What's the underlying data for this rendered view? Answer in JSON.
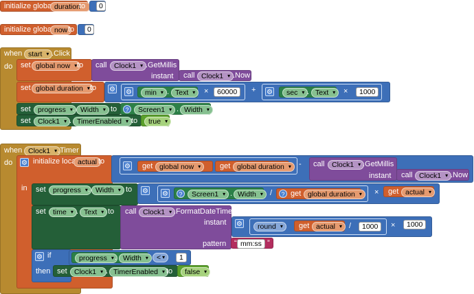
{
  "globals": [
    {
      "keyword": "initialize global",
      "name": "duration",
      "to": "to",
      "value": "0"
    },
    {
      "keyword": "initialize global",
      "name": "now",
      "to": "to",
      "value": "0"
    }
  ],
  "start_event": {
    "when": "when",
    "component": "start",
    "event": ".Click",
    "do": "do",
    "set1": {
      "set": "set",
      "var": "global now",
      "to": "to",
      "call": "call",
      "component": "Clock1",
      "method": ".GetMillis",
      "instant": "instant",
      "call2": "call",
      "component2": "Clock1",
      "method2": ".Now"
    },
    "set2": {
      "set": "set",
      "var": "global duration",
      "to": "to",
      "min_comp": "min",
      "min_prop": "Text",
      "times1": "×",
      "n60000": "60000",
      "plus": "+",
      "sec_comp": "sec",
      "sec_prop": "Text",
      "times2": "×",
      "n1000": "1000"
    },
    "set3": {
      "set": "set",
      "comp": "progress",
      "prop": "Width",
      "to": "to",
      "screen": "Screen1",
      "screen_prop": "Width"
    },
    "set4": {
      "set": "set",
      "comp": "Clock1",
      "prop": "TimerEnabled",
      "to": "to",
      "value": "true"
    }
  },
  "timer_event": {
    "when": "when",
    "component": "Clock1",
    "event": ".Timer",
    "do": "do",
    "init_local": "initialize local",
    "local_name": "actual",
    "to": "to",
    "get": "get",
    "gvar1": "global now",
    "plus": "+",
    "gvar2": "global duration",
    "minus": "-",
    "call": "call",
    "clock": "Clock1",
    "getmillis": ".GetMillis",
    "instant": "instant",
    "call2": "call",
    "clock2": "Clock1",
    "now": ".Now",
    "in": "in",
    "setA": {
      "set": "set",
      "comp": "progress",
      "prop": "Width",
      "to": "to",
      "screen": "Screen1",
      "screen_prop": "Width",
      "div": "/",
      "get": "get",
      "gvar": "global duration",
      "times": "×",
      "get2": "get",
      "local": "actual"
    },
    "setB": {
      "set": "set",
      "comp": "time",
      "prop": "Text",
      "to": "to",
      "call": "call",
      "clock": "Clock1",
      "method": ".FormatDateTime",
      "instant": "instant",
      "round": "round",
      "get": "get",
      "local": "actual",
      "div": "/",
      "n1000a": "1000",
      "times": "×",
      "n1000b": "1000",
      "pattern": "pattern",
      "pattern_value": "mm:ss"
    },
    "if": "if",
    "then": "then",
    "cond": {
      "comp": "progress",
      "prop": "Width",
      "op": "<",
      "value": "1"
    },
    "setC": {
      "set": "set",
      "comp": "Clock1",
      "prop": "TimerEnabled",
      "to": "to",
      "value": "false"
    }
  },
  "colors": {
    "variables": "#d05f2d",
    "events": "#b88a30",
    "math": "#3d6fb8",
    "procedures": "#7f4c9b",
    "components": "#2c8048",
    "logic": "#5ba02c",
    "text": "#b32d5e"
  }
}
